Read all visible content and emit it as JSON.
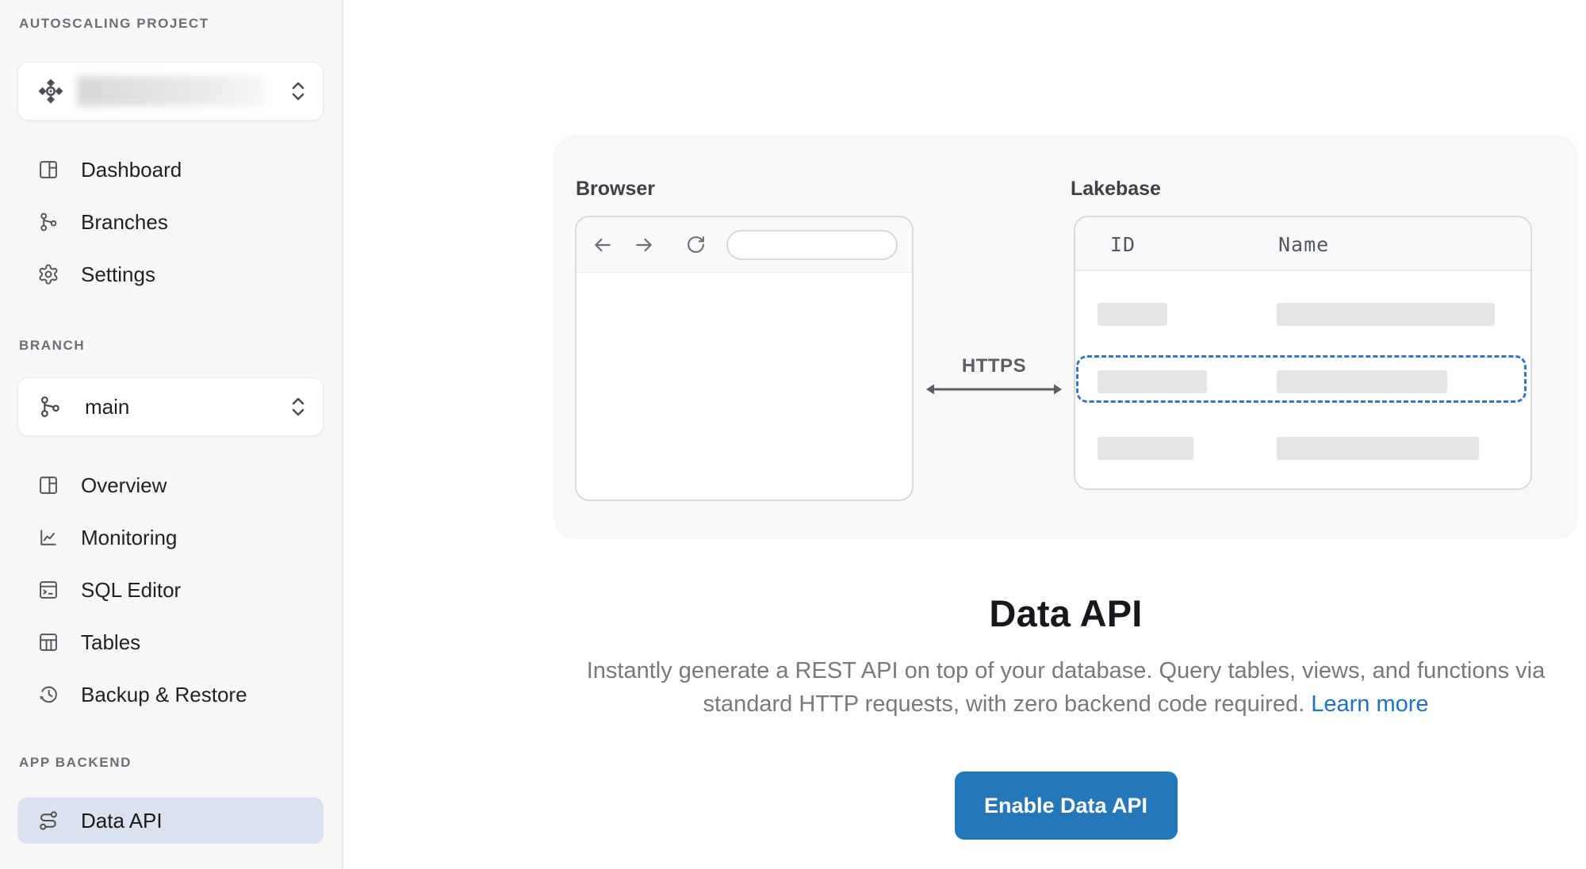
{
  "sidebar": {
    "project_section_label": "AUTOSCALING PROJECT",
    "branch_section_label": "BRANCH",
    "app_backend_section_label": "APP BACKEND",
    "branch_selector_value": "main",
    "project_nav": [
      {
        "label": "Dashboard",
        "icon": "dashboard-icon"
      },
      {
        "label": "Branches",
        "icon": "branch-icon"
      },
      {
        "label": "Settings",
        "icon": "gear-icon"
      }
    ],
    "branch_nav": [
      {
        "label": "Overview",
        "icon": "overview-layout-icon"
      },
      {
        "label": "Monitoring",
        "icon": "line-chart-icon"
      },
      {
        "label": "SQL Editor",
        "icon": "terminal-window-icon"
      },
      {
        "label": "Tables",
        "icon": "table-icon"
      },
      {
        "label": "Backup & Restore",
        "icon": "history-clock-icon"
      }
    ],
    "app_nav": [
      {
        "label": "Data API",
        "icon": "route-icon",
        "selected": true
      }
    ]
  },
  "main": {
    "illustration": {
      "browser_label": "Browser",
      "lakebase_label": "Lakebase",
      "https_label": "HTTPS",
      "table_columns": [
        "ID",
        "Name"
      ]
    },
    "title": "Data API",
    "description_line1": "Instantly generate a REST API on top of your database. Query tables, views, and functions via",
    "description_line2": "standard HTTP requests, with zero backend code required.",
    "learn_more_label": "Learn more",
    "enable_button_label": "Enable Data API"
  },
  "colors": {
    "accent_blue": "#2677b8",
    "link_blue": "#2271c3",
    "dashed_highlight_blue": "#3377bf",
    "selected_item_bg": "#dbe2ed",
    "sidebar_bg": "#f7f7f7",
    "illustration_card_bg": "#f8f8f9",
    "placeholder_bar": "#e4e5e7"
  }
}
